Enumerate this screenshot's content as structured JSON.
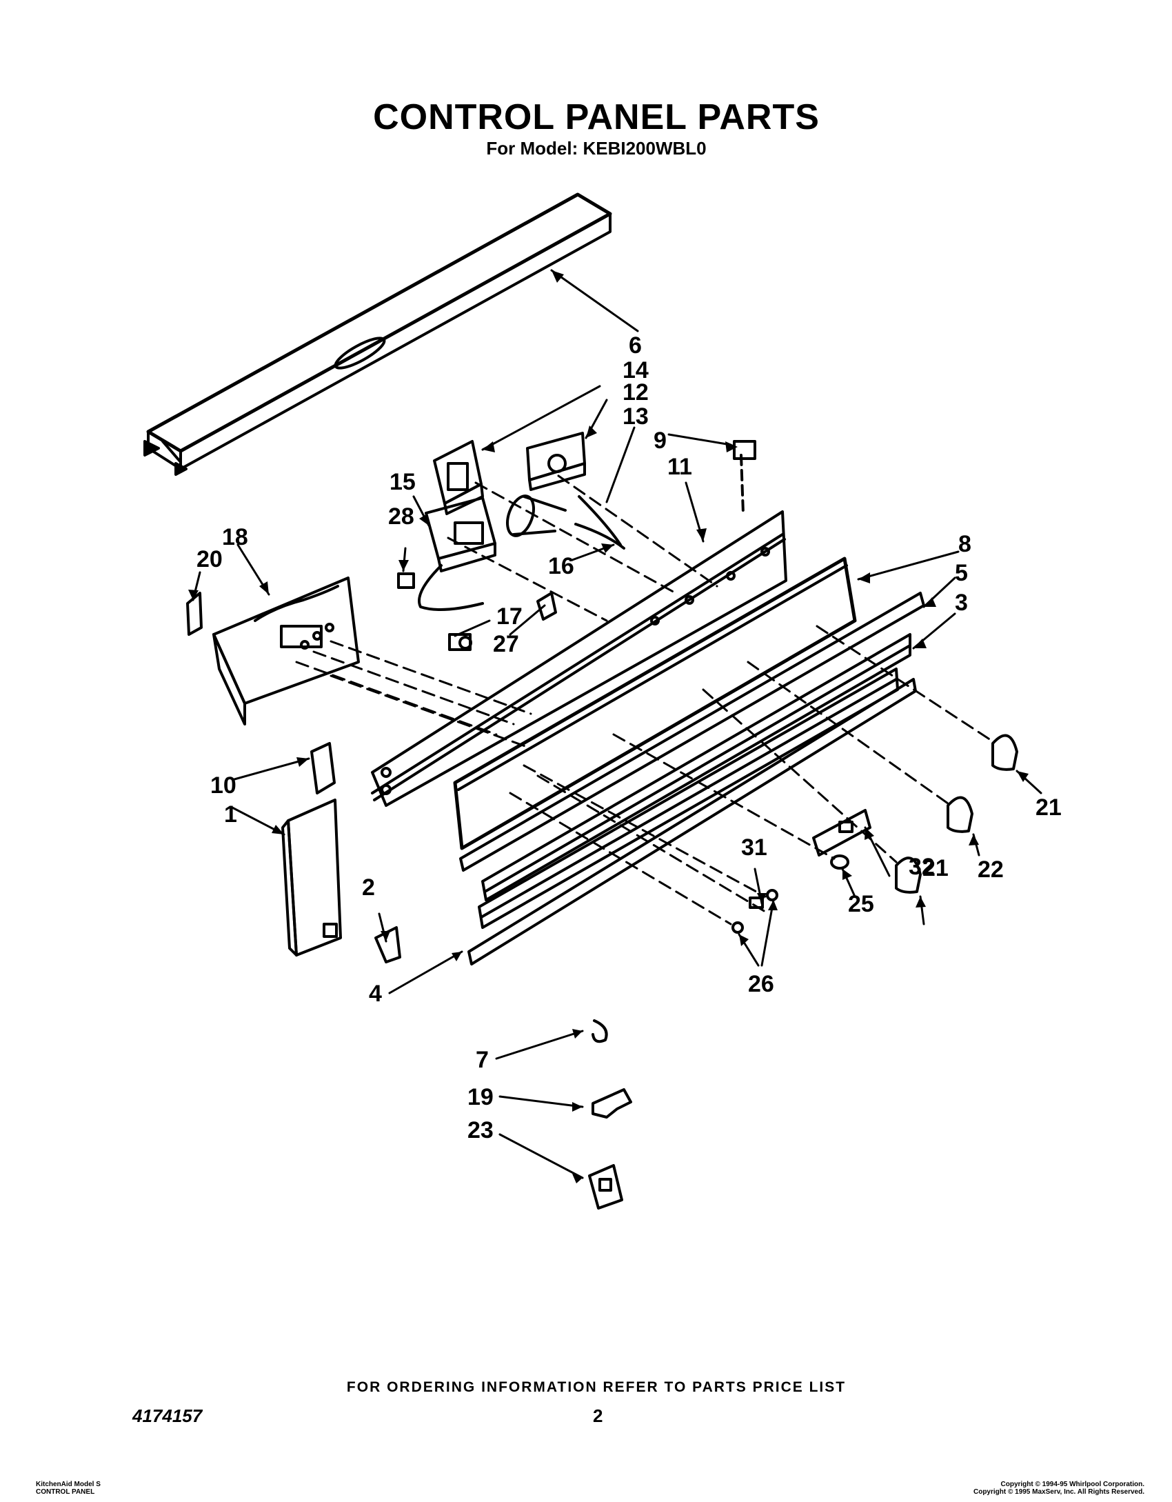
{
  "header": {
    "title": "CONTROL PANEL PARTS",
    "subtitle": "For Model: KEBI200WBL0"
  },
  "footer": {
    "ordering_note": "FOR ORDERING INFORMATION REFER TO PARTS PRICE LIST",
    "document_number": "4174157",
    "page_number": "2",
    "fine_left_line1": "KitchenAid Model S",
    "fine_left_line2": "CONTROL PANEL",
    "copyright_line1": "Copyright © 1994-95 Whirlpool Corporation.",
    "copyright_line2": "Copyright © 1995 MaxServ, Inc.  All Rights Reserved."
  },
  "callouts": [
    "1",
    "2",
    "3",
    "4",
    "5",
    "6",
    "7",
    "8",
    "9",
    "10",
    "11",
    "12",
    "13",
    "14",
    "15",
    "16",
    "17",
    "18",
    "19",
    "20",
    "21",
    "21",
    "22",
    "23",
    "25",
    "26",
    "27",
    "28",
    "31",
    "32"
  ]
}
